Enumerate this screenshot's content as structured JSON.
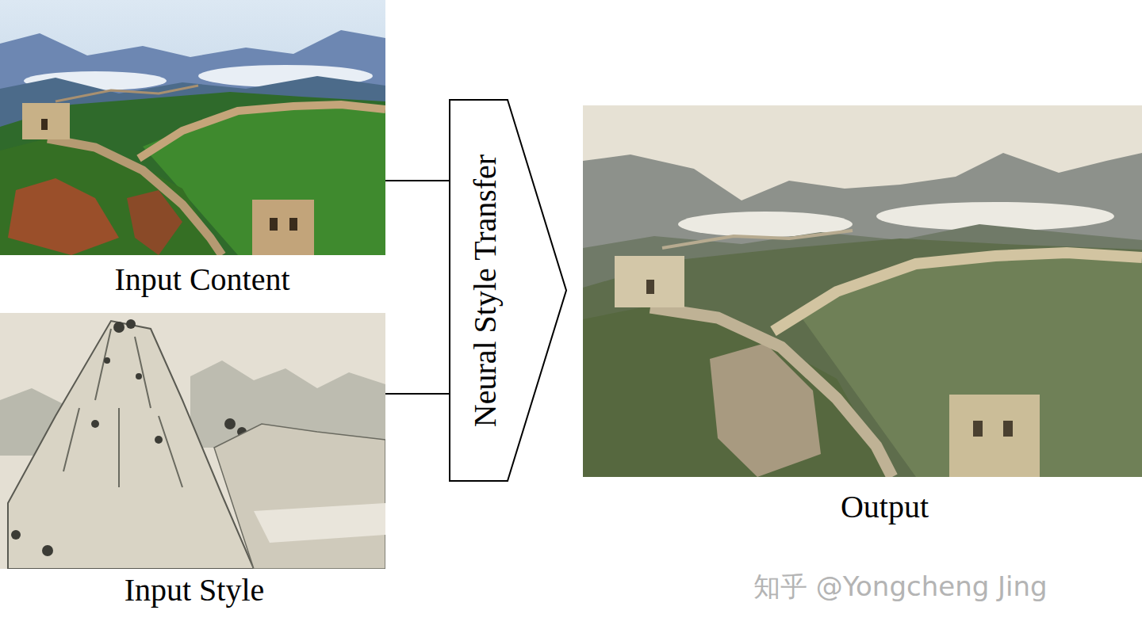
{
  "diagram": {
    "nodes": [
      {
        "text": [
          "Input Content"
        ]
      },
      {
        "text": [
          "Input Style"
        ]
      },
      {
        "text": [
          "Neural Style Transfer"
        ]
      },
      {
        "text": [
          "Output"
        ]
      }
    ],
    "edges": [
      {
        "from": 0,
        "to": 2,
        "arrow": "none"
      },
      {
        "from": 1,
        "to": 2,
        "arrow": "none"
      }
    ],
    "labels": [
      "知乎 @Yongcheng Jing"
    ]
  }
}
